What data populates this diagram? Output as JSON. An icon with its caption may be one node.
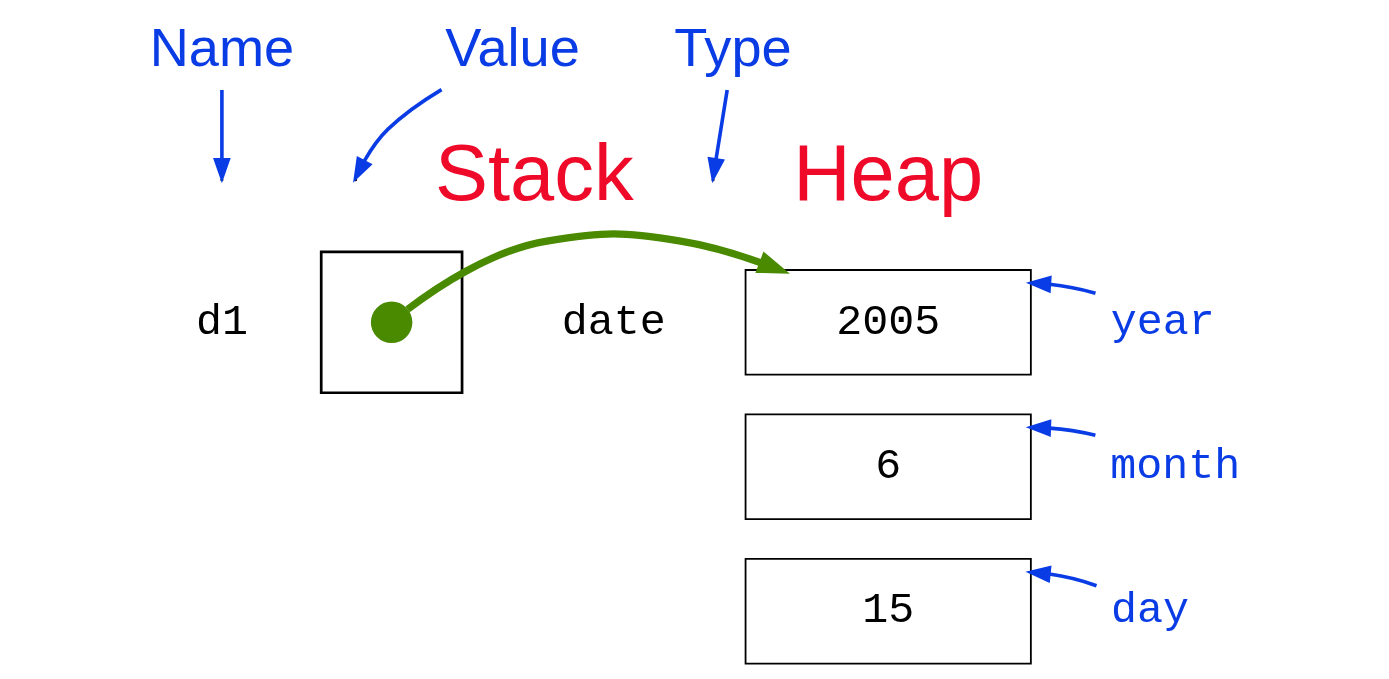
{
  "diagram": {
    "nodes": [
      {
        "text": [
          "Name"
        ]
      },
      {
        "text": [
          "Value"
        ]
      },
      {
        "text": [
          "Type"
        ]
      },
      {
        "text": [],
        "shape": "box"
      },
      {
        "text": [],
        "shape": "circle",
        "in": 3
      },
      {
        "text": [
          "2005"
        ]
      },
      {
        "text": [
          "6"
        ]
      },
      {
        "text": [
          "15"
        ]
      },
      {
        "text": [
          "year"
        ]
      },
      {
        "text": [
          "month"
        ]
      },
      {
        "text": [
          "day"
        ]
      }
    ],
    "edges": [
      {
        "from": 0,
        "to": null,
        "arrow": "to"
      },
      {
        "from": 1,
        "to": null,
        "arrow": "to"
      },
      {
        "from": 2,
        "to": null,
        "arrow": "to"
      },
      {
        "from": 4,
        "to": 5,
        "arrow": "to",
        "style": "thick",
        "color": "#4a8a00"
      },
      {
        "from": 8,
        "to": 5,
        "arrow": "to"
      },
      {
        "from": 9,
        "to": 6,
        "arrow": "to"
      },
      {
        "from": 10,
        "to": 7,
        "arrow": "to"
      }
    ],
    "labels": [
      "Stack",
      "Heap",
      "d1",
      "date"
    ]
  }
}
